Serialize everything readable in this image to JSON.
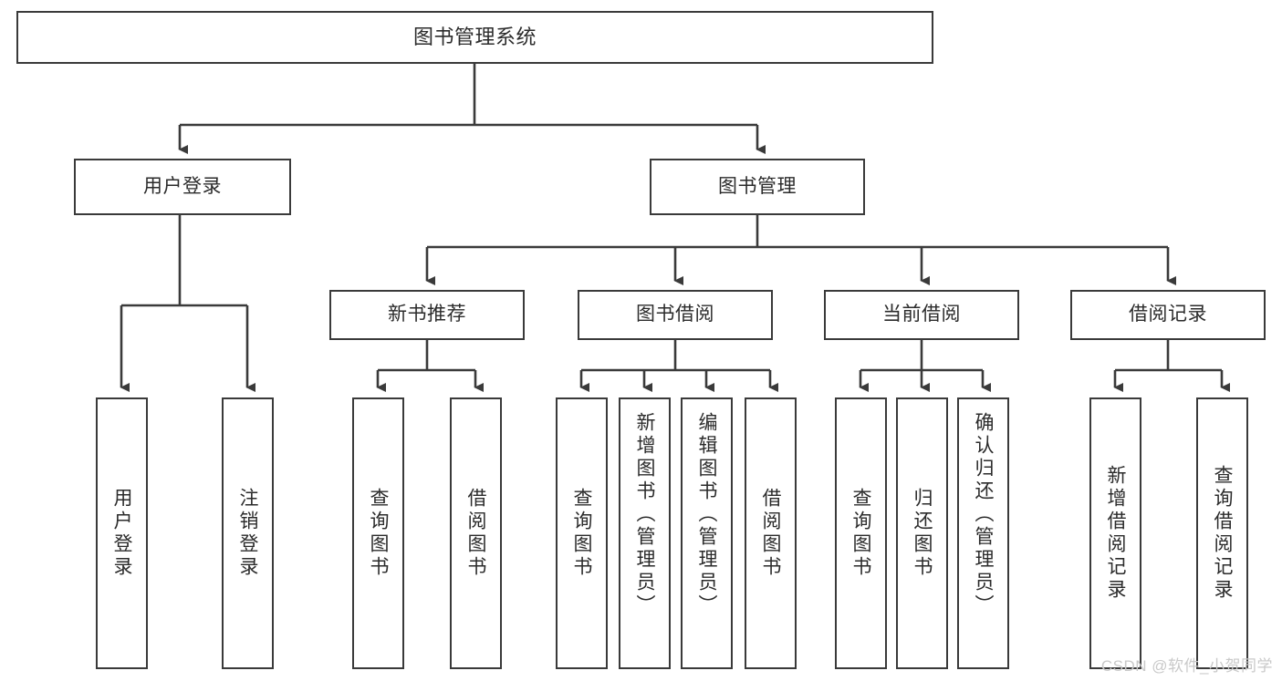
{
  "diagram": {
    "type": "tree",
    "title": "图书管理系统",
    "theme": {
      "background": "#ffffff",
      "stroke": "#3a3a3a",
      "text": "#2b2b2b",
      "watermark": "#c9c9c9"
    },
    "nodes": {
      "root": {
        "label": "图书管理系统"
      },
      "level1": [
        {
          "id": "user-login",
          "label": "用户登录"
        },
        {
          "id": "book-manage",
          "label": "图书管理"
        }
      ],
      "level2": [
        {
          "id": "new-book-recommend",
          "label": "新书推荐"
        },
        {
          "id": "book-borrow",
          "label": "图书借阅"
        },
        {
          "id": "current-borrow",
          "label": "当前借阅"
        },
        {
          "id": "borrow-record",
          "label": "借阅记录"
        }
      ],
      "leaves": {
        "user-login": [
          {
            "id": "leaf-user-login",
            "label": "用户登录"
          },
          {
            "id": "leaf-user-logout",
            "label": "注销登录"
          }
        ],
        "new-book-recommend": [
          {
            "id": "leaf-query-book-1",
            "label": "查询图书"
          },
          {
            "id": "leaf-borrow-book-1",
            "label": "借阅图书"
          }
        ],
        "book-borrow": [
          {
            "id": "leaf-query-book-2",
            "label": "查询图书"
          },
          {
            "id": "leaf-add-book",
            "label": "新增图书（管理员）"
          },
          {
            "id": "leaf-edit-book",
            "label": "编辑图书（管理员）"
          },
          {
            "id": "leaf-borrow-book-2",
            "label": "借阅图书"
          }
        ],
        "current-borrow": [
          {
            "id": "leaf-query-book-3",
            "label": "查询图书"
          },
          {
            "id": "leaf-return-book",
            "label": "归还图书"
          },
          {
            "id": "leaf-confirm-return",
            "label": "确认归还（管理员）"
          }
        ],
        "borrow-record": [
          {
            "id": "leaf-add-record",
            "label": "新增借阅记录"
          },
          {
            "id": "leaf-query-record",
            "label": "查询借阅记录"
          }
        ]
      }
    },
    "watermark": "CSDN @软件_小贺同学"
  }
}
